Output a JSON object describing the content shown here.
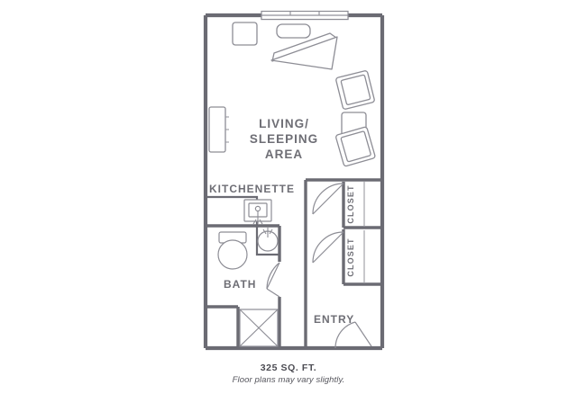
{
  "plan": {
    "title": "Studio apartment floor plan",
    "accent_color": "#6e6e75",
    "wall_color": "#6b6b73",
    "furniture_color": "#8d8d95",
    "background_color": "#ffffff"
  },
  "rooms": [
    {
      "id": "living-sleeping",
      "label_line1": "LIVING/",
      "label_line2": "SLEEPING",
      "label_line3": "AREA"
    },
    {
      "id": "kitchenette",
      "label": "KITCHENETTE"
    },
    {
      "id": "bath",
      "label": "BATH"
    },
    {
      "id": "entry",
      "label": "ENTRY"
    }
  ],
  "closets": [
    {
      "id": "closet-upper",
      "label": "CLOSET"
    },
    {
      "id": "closet-lower",
      "label": "CLOSET"
    }
  ],
  "fixtures": [
    {
      "id": "window",
      "name": "window",
      "panes": 3
    },
    {
      "id": "kitchen-sink",
      "name": "kitchen-sink"
    },
    {
      "id": "bath-vanity-sink",
      "name": "bathroom-sink"
    },
    {
      "id": "toilet",
      "name": "toilet"
    },
    {
      "id": "shower",
      "name": "shower"
    },
    {
      "id": "entry-door",
      "name": "entry-door"
    },
    {
      "id": "bath-door",
      "name": "bathroom-door"
    },
    {
      "id": "closet-door-upper",
      "name": "closet-door"
    },
    {
      "id": "closet-door-lower",
      "name": "closet-door"
    }
  ],
  "furniture": [
    {
      "id": "nightstand",
      "name": "nightstand"
    },
    {
      "id": "bed-headboard",
      "name": "bed"
    },
    {
      "id": "accent-wedge",
      "name": "accent-furniture"
    },
    {
      "id": "armchair-upper",
      "name": "armchair"
    },
    {
      "id": "side-table",
      "name": "side-table"
    },
    {
      "id": "armchair-lower",
      "name": "armchair"
    },
    {
      "id": "dresser",
      "name": "dresser"
    }
  ],
  "caption": {
    "area": "325 SQ. FT.",
    "note": "Floor plans may vary slightly."
  }
}
